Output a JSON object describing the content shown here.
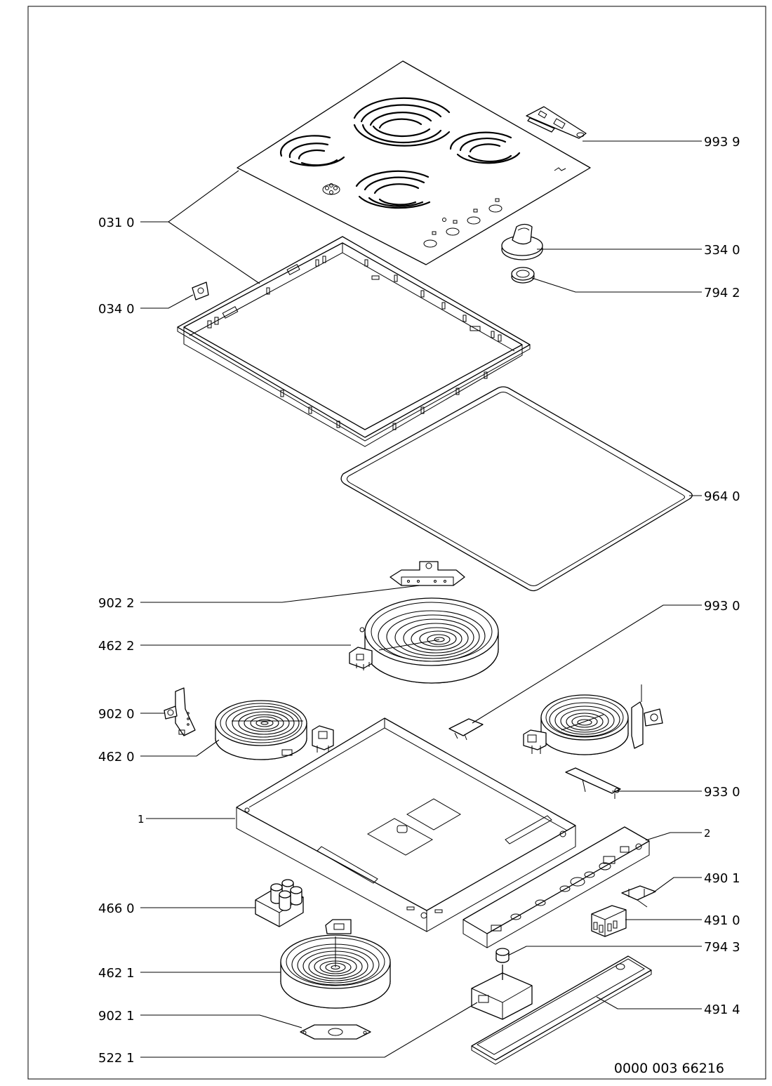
{
  "callouts": [
    {
      "id": "c-993-9",
      "text": "993 9"
    },
    {
      "id": "c-031-0",
      "text": "031 0"
    },
    {
      "id": "c-334-0",
      "text": "334 0"
    },
    {
      "id": "c-794-2",
      "text": "794 2"
    },
    {
      "id": "c-034-0",
      "text": "034 0"
    },
    {
      "id": "c-964-0",
      "text": "964 0"
    },
    {
      "id": "c-902-2",
      "text": "902 2"
    },
    {
      "id": "c-993-0",
      "text": "993 0"
    },
    {
      "id": "c-462-2",
      "text": "462 2"
    },
    {
      "id": "c-902-0",
      "text": "902 0"
    },
    {
      "id": "c-462-0",
      "text": "462 0"
    },
    {
      "id": "c-933-0",
      "text": "933 0"
    },
    {
      "id": "c-1",
      "text": "1"
    },
    {
      "id": "c-2",
      "text": "2"
    },
    {
      "id": "c-490-1",
      "text": "490 1"
    },
    {
      "id": "c-466-0",
      "text": "466 0"
    },
    {
      "id": "c-491-0",
      "text": "491 0"
    },
    {
      "id": "c-794-3",
      "text": "794 3"
    },
    {
      "id": "c-462-1",
      "text": "462 1"
    },
    {
      "id": "c-491-4",
      "text": "491 4"
    },
    {
      "id": "c-902-1",
      "text": "902 1"
    },
    {
      "id": "c-522-1",
      "text": "522 1"
    }
  ],
  "document_number": "0000 003 66216"
}
